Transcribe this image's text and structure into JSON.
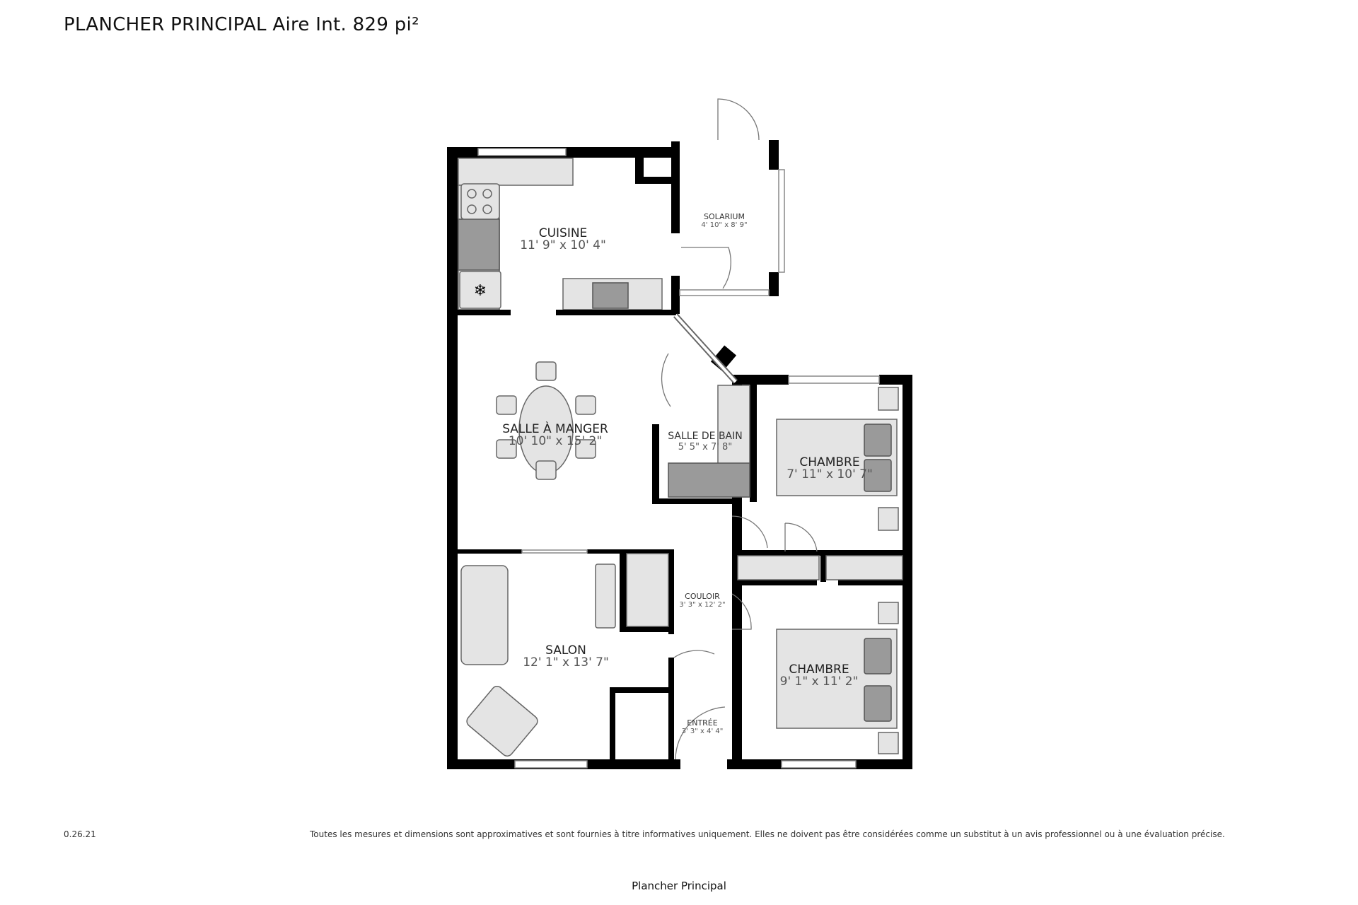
{
  "header": {
    "title": "PLANCHER PRINCIPAL Aire Int. 829 pi²"
  },
  "rooms": [
    {
      "name": "CUISINE",
      "dims": "11' 9\" x 10' 4\""
    },
    {
      "name": "SOLARIUM",
      "dims": "4' 10\" x 8' 9\""
    },
    {
      "name": "SALLE À MANGER",
      "dims": "10' 10\" x 15' 2\""
    },
    {
      "name": "SALLE DE BAIN",
      "dims": "5' 5\" x 7' 8\""
    },
    {
      "name": "CHAMBRE",
      "dims": "7' 11\" x 10' 7\""
    },
    {
      "name": "COULOIR",
      "dims": "3' 3\" x 12' 2\""
    },
    {
      "name": "SALON",
      "dims": "12' 1\" x 13' 7\""
    },
    {
      "name": "CHAMBRE",
      "dims": "9' 1\" x 11' 2\""
    },
    {
      "name": "ENTRÉE",
      "dims": "3' 3\" x 4' 4\""
    }
  ],
  "footer": {
    "version": "0.26.21",
    "disclaimer": "Toutes les mesures et dimensions sont approximatives et sont fournies à titre informatives uniquement. Elles ne doivent pas être considérées comme un substitut à un avis professionnel ou à une évaluation précise.",
    "floor_label": "Plancher Principal"
  }
}
